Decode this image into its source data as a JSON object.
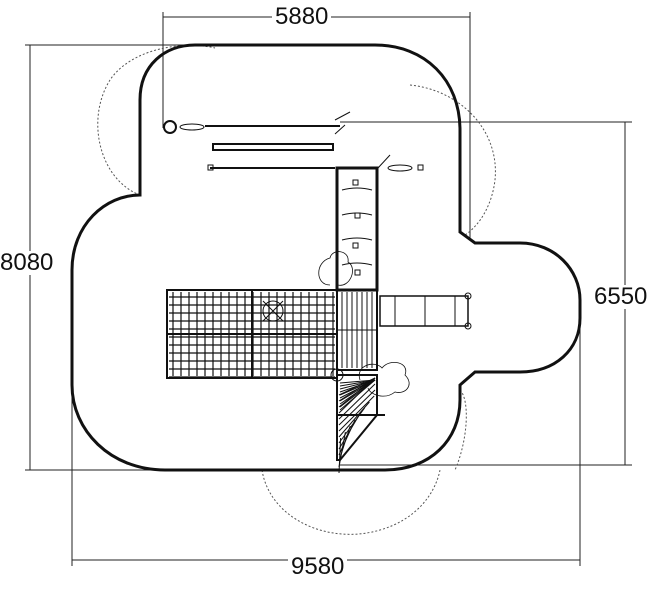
{
  "dimensions": {
    "top_width": "5880",
    "left_height": "8080",
    "right_height": "6550",
    "bottom_width": "9580"
  },
  "colors": {
    "line": "#111111",
    "background": "#ffffff"
  }
}
